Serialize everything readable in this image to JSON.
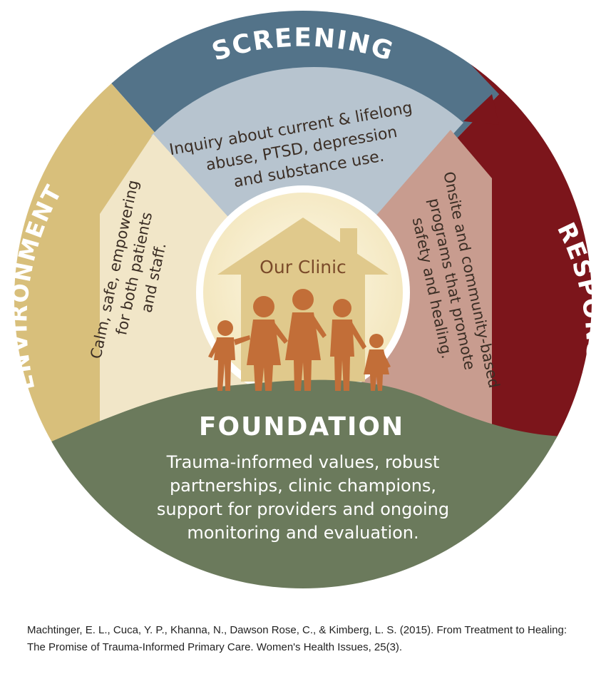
{
  "colors": {
    "screening_outer": "#537389",
    "screening_inner": "#b7c4cf",
    "response_outer": "#7c151b",
    "response_inner": "#c89c8f",
    "environment_outer": "#d8bf7b",
    "environment_inner": "#f1e6c8",
    "foundation": "#6b7a5c",
    "house": "#e0c98c",
    "people": "#c26e38",
    "center_glow": "#fbf4dc"
  },
  "screening": {
    "title": "SCREENING",
    "body": [
      "Inquiry about current & lifelong",
      "abuse, PTSD, depression",
      "and substance use."
    ]
  },
  "response": {
    "title": "RESPONSE",
    "body": [
      "Onsite and community-based",
      "programs that promote",
      "safety and healing."
    ]
  },
  "environment": {
    "title": "ENVIRONMENT",
    "body": [
      "Calm, safe, empowering",
      "for both patients",
      "and staff."
    ]
  },
  "center": {
    "label": "Our Clinic",
    "house_icon": "house-icon",
    "people_icon": "family-icon"
  },
  "foundation": {
    "title": "FOUNDATION",
    "body": [
      "Trauma-informed values, robust",
      "partnerships, clinic champions,",
      "support for providers and ongoing",
      "monitoring and evaluation."
    ]
  },
  "citation": [
    "Machtinger, E. L., Cuca, Y. P., Khanna, N., Dawson Rose, C., & Kimberg, L. S. (2015). From Treatment to Healing:",
    "The Promise of Trauma-Informed Primary Care. Women's Health Issues, 25(3)."
  ]
}
